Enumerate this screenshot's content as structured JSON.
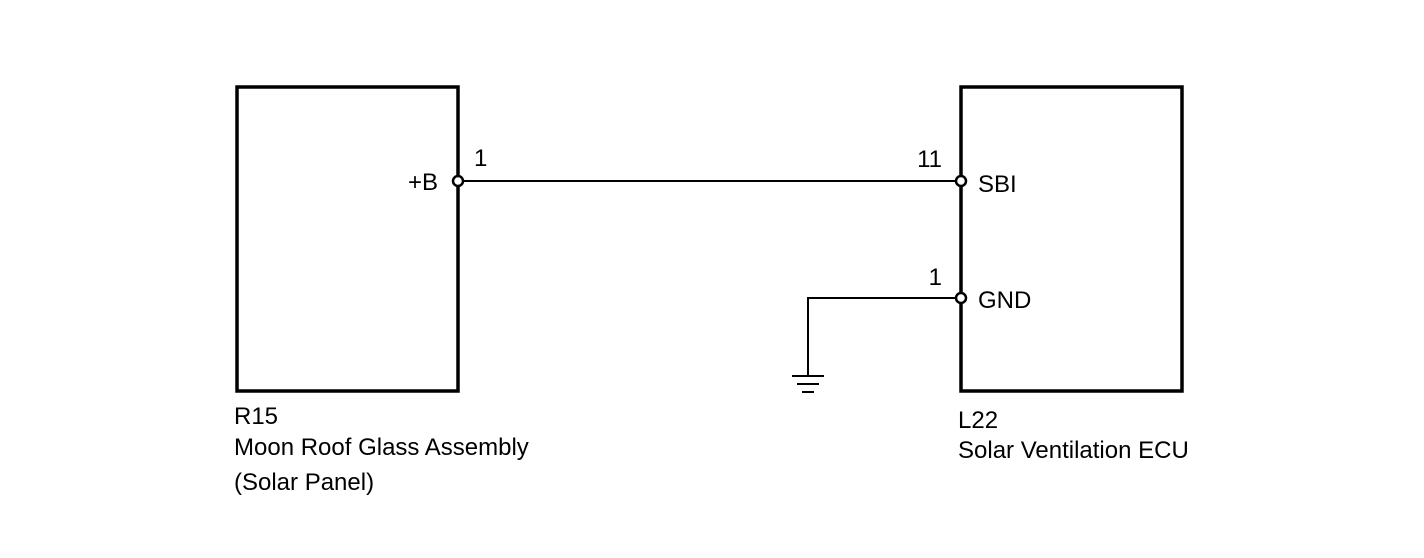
{
  "components": [
    {
      "id": "R15",
      "code": "R15",
      "name_lines": [
        "Moon Roof Glass Assembly",
        "(Solar Panel)"
      ],
      "pins": [
        {
          "number": "1",
          "signal": "+B"
        }
      ]
    },
    {
      "id": "L22",
      "code": "L22",
      "name_lines": [
        "Solar Ventilation ECU"
      ],
      "pins": [
        {
          "number": "11",
          "signal": "SBI"
        },
        {
          "number": "1",
          "signal": "GND"
        }
      ]
    }
  ],
  "connections": [
    {
      "from": "R15 pin 1 (+B)",
      "to": "L22 pin 11 (SBI)"
    },
    {
      "from": "L22 pin 1 (GND)",
      "to": "ground"
    }
  ],
  "colors": {
    "line": "#000000",
    "background": "#ffffff"
  }
}
